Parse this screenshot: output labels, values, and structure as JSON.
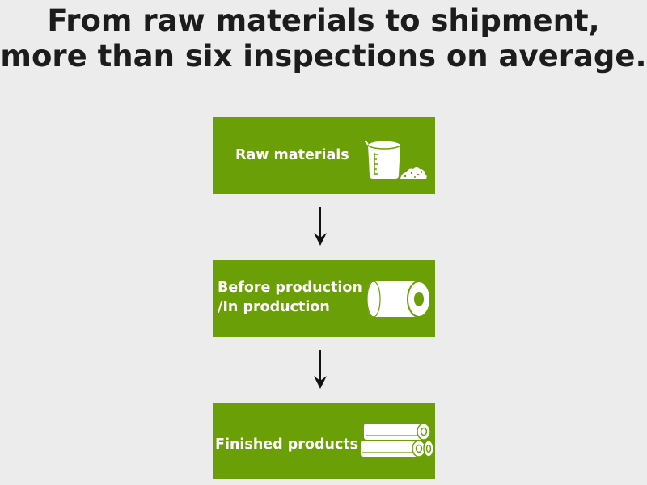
{
  "title": {
    "line1": "From raw materials to shipment,",
    "line2": "more than six inspections on average."
  },
  "steps": [
    {
      "label_line1": "Raw materials",
      "icon": "beaker-powder-icon"
    },
    {
      "label_line1": "Before production",
      "label_line2": "/In production",
      "icon": "paper-roll-icon"
    },
    {
      "label_line1": "Finished products",
      "icon": "stacked-rolls-icon"
    }
  ],
  "colors": {
    "background": "#ececec",
    "box": "#6a9f07",
    "text": "#ffffff",
    "arrow": "#111111",
    "title": "#1c1c1c"
  }
}
